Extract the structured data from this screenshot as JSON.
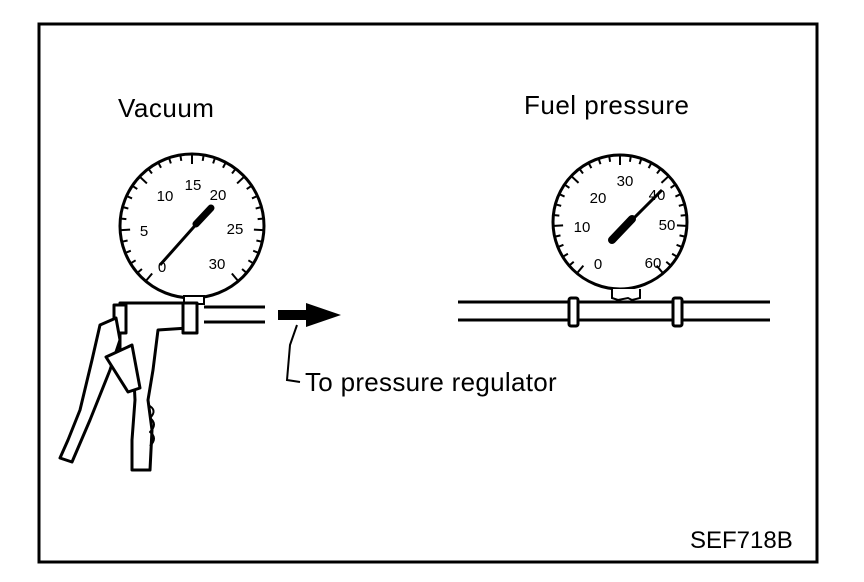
{
  "labels": {
    "vacuum_title": "Vacuum",
    "fuel_title": "Fuel pressure",
    "regulator": "To pressure regulator",
    "figure_code": "SEF718B"
  },
  "vacuum_gauge": {
    "scale": [
      "0",
      "5",
      "10",
      "15",
      "20",
      "25",
      "30"
    ]
  },
  "fuel_gauge": {
    "scale": [
      "0",
      "10",
      "20",
      "30",
      "40",
      "50",
      "60"
    ]
  },
  "colors": {
    "ink": "#000000",
    "paper": "#ffffff"
  }
}
